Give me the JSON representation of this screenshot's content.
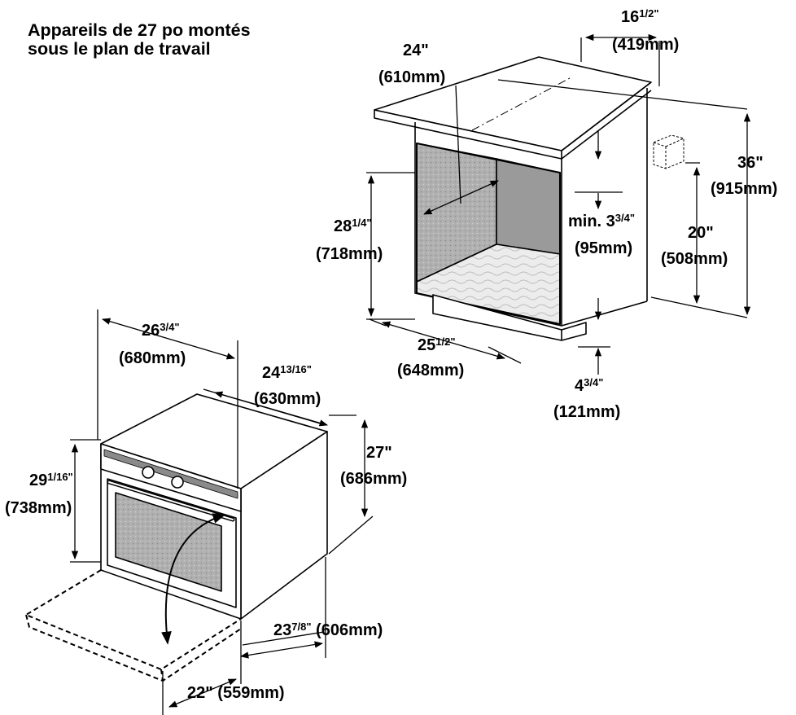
{
  "title": {
    "line1": "Appareils de 27 po montés",
    "line2": "sous le plan de travail"
  },
  "cabinet": {
    "width_top_in": "16",
    "width_top_frac": "1/2\"",
    "width_top_mm": "(419mm)",
    "depth_in": "24\"",
    "depth_mm": "(610mm)",
    "height_total_in": "36\"",
    "height_total_mm": "(915mm)",
    "outlet_height_in": "20\"",
    "outlet_height_mm": "(508mm)",
    "cutout_height_in": "28",
    "cutout_height_frac": "1/4\"",
    "cutout_height_mm": "(718mm)",
    "gap_label": "min. 3",
    "gap_frac": "3/4\"",
    "gap_mm": "(95mm)",
    "cutout_width_in": "25",
    "cutout_width_frac": "1/2\"",
    "cutout_width_mm": "(648mm)",
    "toe_in": "4",
    "toe_frac": "3/4\"",
    "toe_mm": "(121mm)"
  },
  "oven": {
    "width_in": "26",
    "width_frac": "3/4\"",
    "width_mm": "(680mm)",
    "depth_in": "24",
    "depth_frac": "13/16\"",
    "depth_mm": "(630mm)",
    "height_in": "27\"",
    "height_mm": "(686mm)",
    "front_height_in": "29",
    "front_height_frac": "1/16\"",
    "front_height_mm": "(738mm)",
    "door_open_in": "23",
    "door_open_frac": "7/8\" (606mm)",
    "door_depth_in": "22\" (559mm)"
  },
  "colors": {
    "line": "#000000",
    "shade_dark": "#8a8a8a",
    "shade_mid": "#b5b5b5",
    "shade_light": "#d9d9d9"
  }
}
